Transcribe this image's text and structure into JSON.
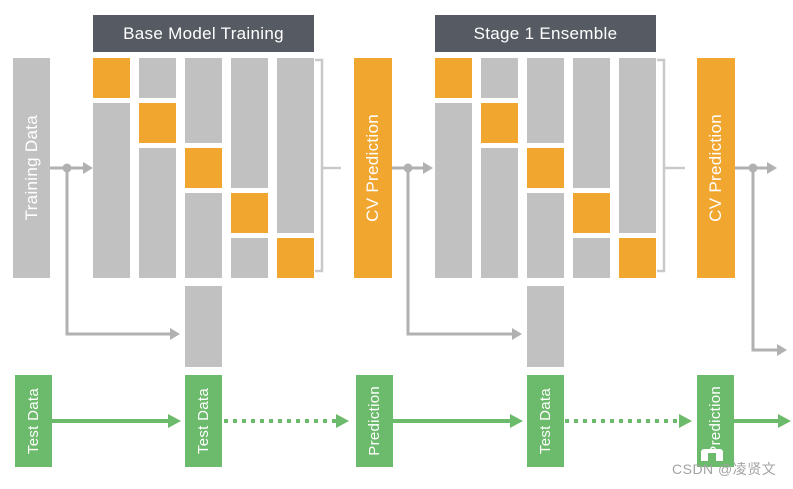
{
  "colors": {
    "canvas_bg": "#ffffff",
    "header_dark": "#565b63",
    "fold_gray": "#c1c1c1",
    "fold_orange": "#f0a62f",
    "green": "#6cba6b",
    "line_gray": "#b1b1b1",
    "bracket_gray": "#c9c9c9",
    "watermark_gray": "#a3a3a3"
  },
  "headers": [
    {
      "label": "Base Model Training"
    },
    {
      "label": "Stage 1 Ensemble"
    }
  ],
  "bars": {
    "training_data": {
      "label": "Training Data"
    },
    "cv_prediction_1": {
      "label": "CV Prediction"
    },
    "cv_prediction_2": {
      "label": "CV Prediction"
    }
  },
  "cv_grids": [
    {
      "name": "base-model-training-folds",
      "columns": 5,
      "rows": 5,
      "validation_fold_index_per_column": [
        0,
        1,
        2,
        3,
        4
      ]
    },
    {
      "name": "stage-1-ensemble-folds",
      "columns": 5,
      "rows": 5,
      "validation_fold_index_per_column": [
        0,
        1,
        2,
        3,
        4
      ]
    }
  ],
  "bottom_row": [
    {
      "label": "Test Data"
    },
    {
      "label": "Test Data"
    },
    {
      "label": "Prediction"
    },
    {
      "label": "Test Data"
    },
    {
      "label": "Prediction"
    }
  ],
  "watermark": {
    "text": "CSDN @凌贤文"
  }
}
